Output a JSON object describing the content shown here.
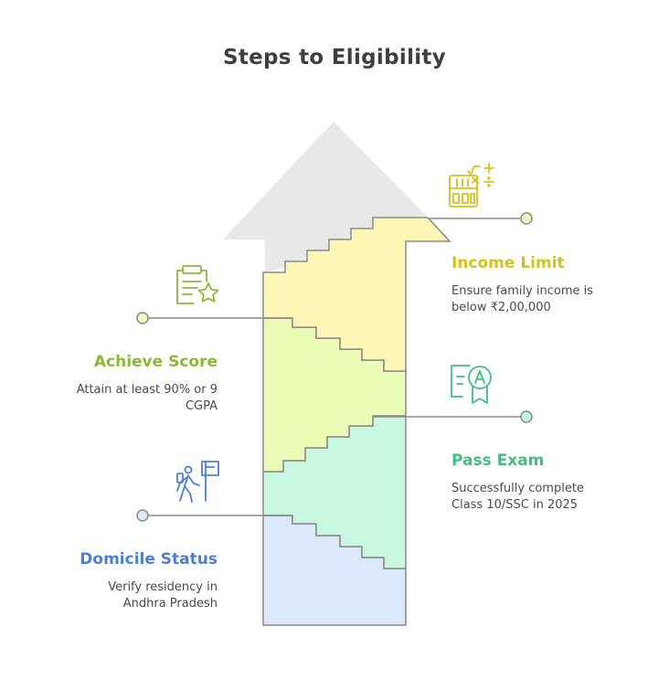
{
  "title": "Steps to Eligibility",
  "steps": [
    {
      "title": "Income Limit",
      "desc_lines": [
        "Ensure family income is",
        "below ₹2,00,000"
      ],
      "color": "#d4c21a",
      "fill": "#fdf6b4",
      "icon": "calculator-icon"
    },
    {
      "title": "Achieve Score",
      "desc_lines": [
        "Attain at least 90% or 9",
        "CGPA"
      ],
      "color": "#8cb83a",
      "fill": "#eafcb6",
      "icon": "clipboard-star-icon"
    },
    {
      "title": "Pass Exam",
      "desc_lines": [
        "Successfully complete",
        "Class 10/SSC in 2025"
      ],
      "color": "#3fbf80",
      "fill": "#c8f7e0",
      "icon": "certificate-icon"
    },
    {
      "title": "Domicile Status",
      "desc_lines": [
        "Verify residency in",
        "Andhra Pradesh"
      ],
      "color": "#4a7fd4",
      "fill": "#dbe7fb",
      "icon": "hiker-signpost-icon"
    }
  ],
  "colors": {
    "arrow": "#e8e8e8",
    "outline": "#8a8a8a",
    "title": "#3f3f3f"
  }
}
